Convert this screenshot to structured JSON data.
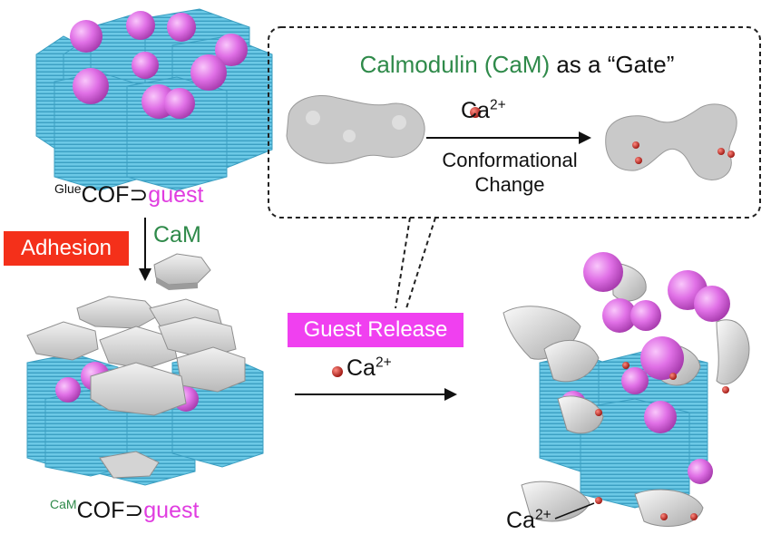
{
  "callout": {
    "title_prefix": "Calmodulin (CaM)",
    "title_suffix": " as a “Gate”",
    "ion": "Ca",
    "charge": "2+",
    "arrow_label_line1": "Conformational",
    "arrow_label_line2": "Change"
  },
  "top_cof_label": {
    "superscript": "Glue",
    "base": "COF⊃",
    "guest": "guest"
  },
  "step1": {
    "label": "Adhesion",
    "reagent": "CaM"
  },
  "bottom_cof_label": {
    "superscript": "CaM",
    "base": "COF⊃",
    "guest": "guest"
  },
  "step2": {
    "label": "Guest Release",
    "ion": "Ca",
    "charge": "2+"
  },
  "product_label": {
    "ion": "Ca",
    "charge": "2+"
  },
  "colors": {
    "cof_stack": "#6cc9e6",
    "guest": "#e070e6",
    "protein": "#c8c8c8",
    "calcium": "#c0201a",
    "callout_title": "#2f8a4a",
    "adhesion_badge": "#f4301a",
    "release_badge": "#f040f0"
  }
}
